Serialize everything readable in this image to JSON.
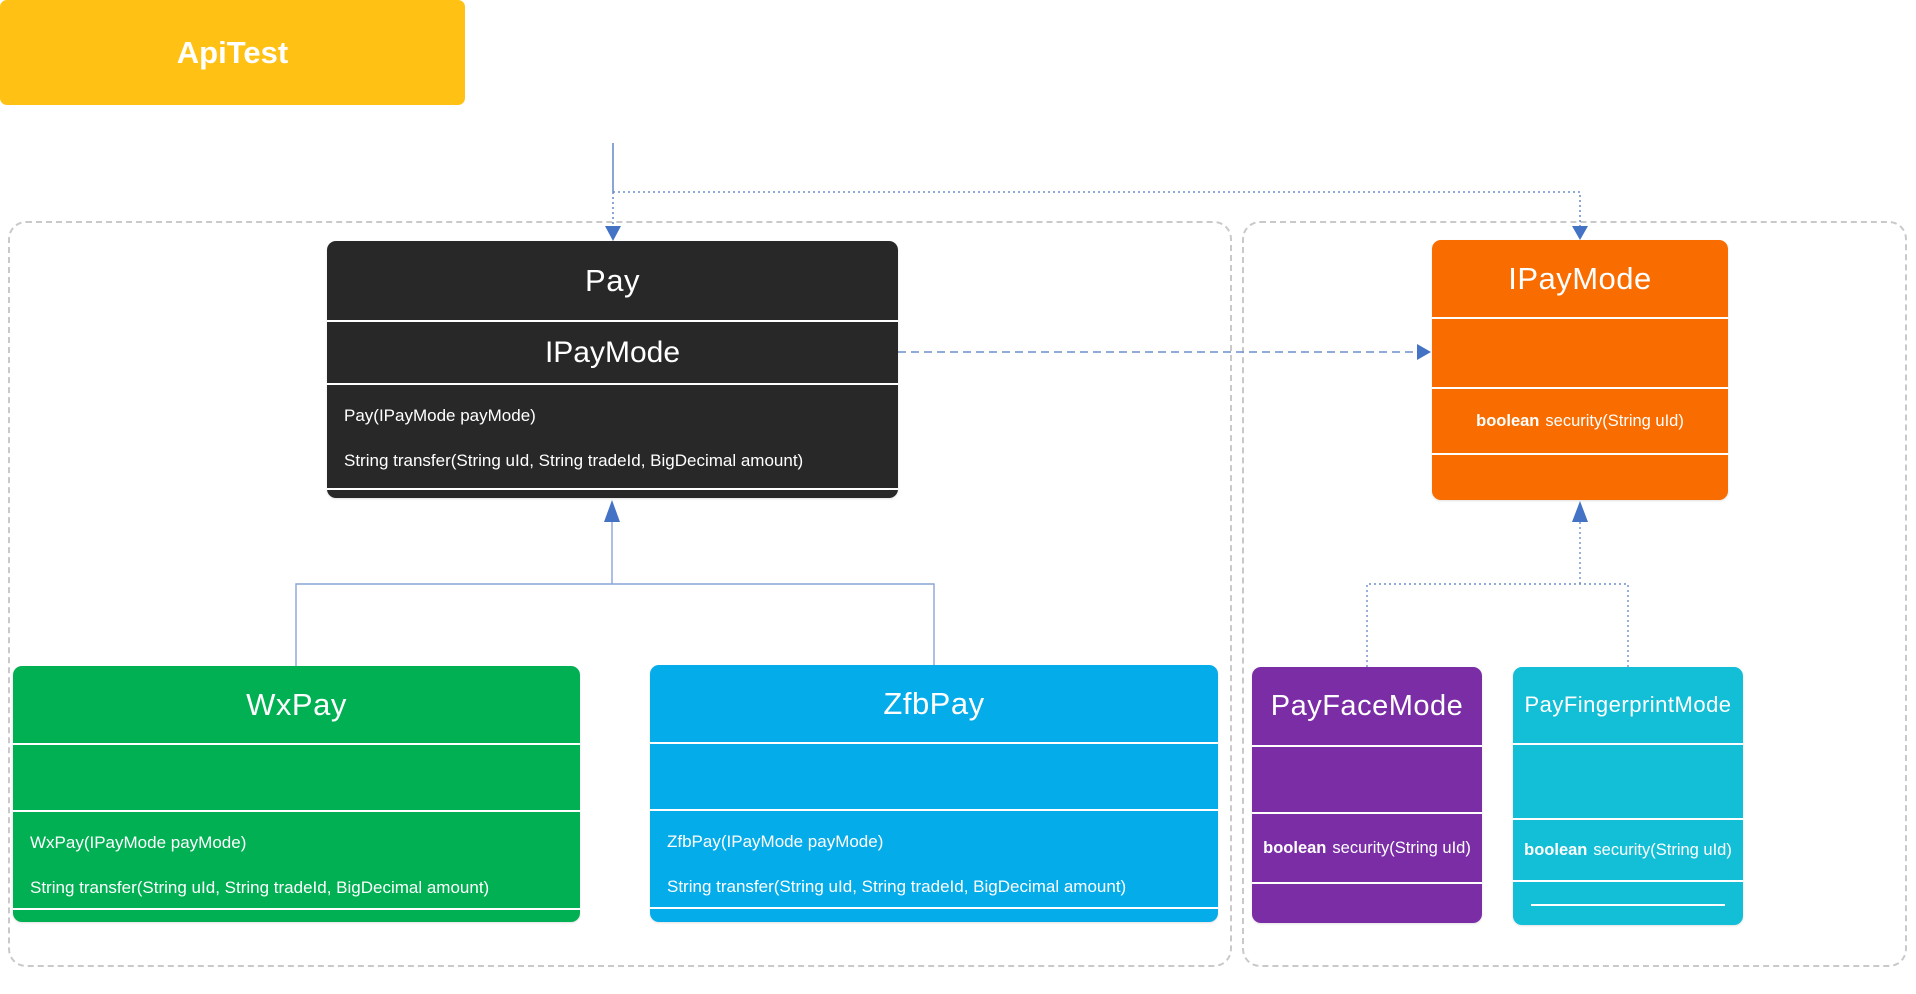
{
  "diagram": {
    "api_test": {
      "title": "ApiTest"
    },
    "pay": {
      "title": "Pay",
      "subtitle": "IPayMode",
      "methods": [
        "Pay(IPayMode payMode)",
        "String transfer(String uId, String tradeId, BigDecimal amount)"
      ]
    },
    "ipaymode": {
      "title": "IPayMode",
      "method_kw": "boolean",
      "method_rest": "security(String uId)"
    },
    "wxpay": {
      "title": "WxPay",
      "methods": [
        "WxPay(IPayMode payMode)",
        "String transfer(String uId, String tradeId, BigDecimal amount)"
      ]
    },
    "zfbpay": {
      "title": "ZfbPay",
      "methods": [
        "ZfbPay(IPayMode payMode)",
        "String transfer(String uId, String tradeId, BigDecimal amount)"
      ]
    },
    "payfacemode": {
      "title": "PayFaceMode",
      "method_kw": "boolean",
      "method_rest": "security(String uId)"
    },
    "payfingerprintmode": {
      "title": "PayFingerprintMode",
      "method_kw": "boolean",
      "method_rest": "security(String uId)"
    },
    "colors": {
      "apitest_yellow": "#ffc113",
      "pay_dark": "#282828",
      "ipaymode_orange": "#f86c00",
      "wxpay_green": "#00b052",
      "zfbpay_blue": "#05acea",
      "payface_purple": "#7a2da5",
      "payfinger_cyan": "#13bfd7",
      "connector_blue": "#4472c4",
      "container_dash_gray": "#c9c9c9"
    }
  }
}
